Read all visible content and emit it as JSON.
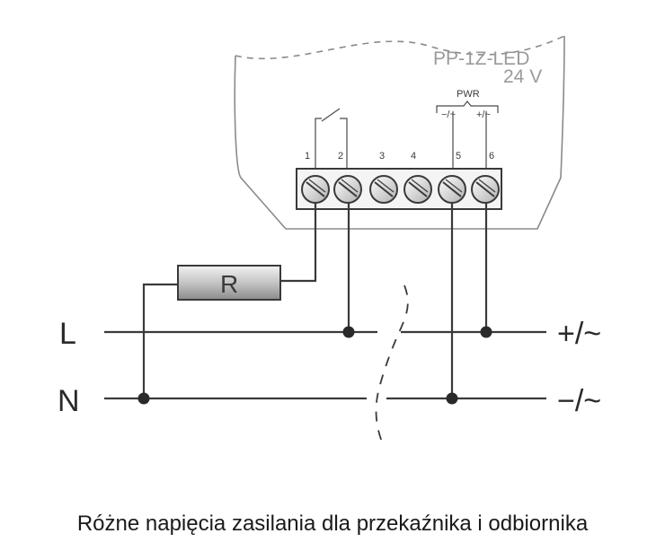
{
  "device": {
    "model": "PP-1Z-LED",
    "voltage": "24 V"
  },
  "terminal_labels": [
    "1",
    "2",
    "3",
    "4",
    "5",
    "6"
  ],
  "power": {
    "label": "PWR",
    "minus_label": "−/~",
    "plus_label": "+/~"
  },
  "resistor": {
    "label": "R"
  },
  "lines": {
    "left_top": "L",
    "left_bottom": "N",
    "right_top": "+/~",
    "right_bottom": "−/~"
  },
  "caption": "Różne napięcia zasilania dla przekaźnika i odbiornika"
}
